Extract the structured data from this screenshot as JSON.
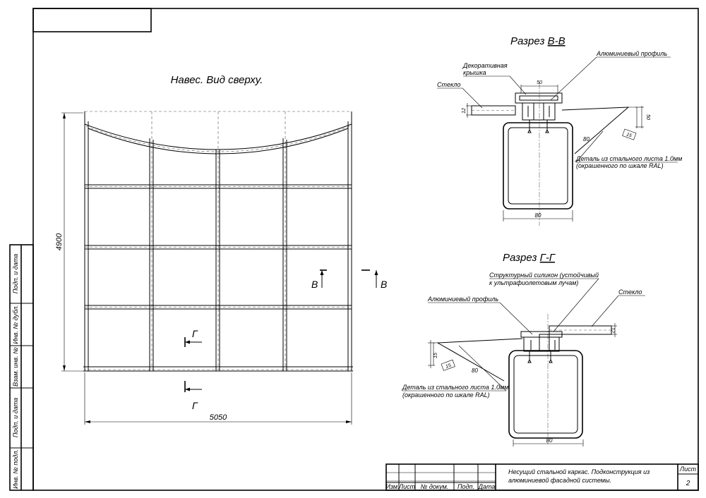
{
  "plan": {
    "title": "Навес. Вид сверху.",
    "dim_height": "4900",
    "dim_width": "5050",
    "cut_b_left": "В",
    "cut_b_right": "В",
    "cut_g_top": "Г",
    "cut_g_bottom": "Г"
  },
  "section_b": {
    "title_prefix": "Разрез ",
    "title_letter": "В-В",
    "label_profile": "Алюминиевый профиль",
    "label_cap_1": "Декоративная",
    "label_cap_2": "крышка",
    "label_glass": "Стекло",
    "label_sheet_1": "Деталь из стального листа 1.0мм",
    "label_sheet_2": "(окрашенного по шкале RAL)",
    "dim_50_top": "50",
    "dim_12": "12",
    "dim_80_slope": "80",
    "dim_15": "15",
    "dim_50_side": "50",
    "dim_80_bottom": "80"
  },
  "section_g": {
    "title_prefix": "Разрез ",
    "title_letter": "Г-Г",
    "label_silicone_1": "Структурный силикон (устойчивый",
    "label_silicone_2": "к ультрафиолетовым лучам)",
    "label_glass": "Стекло",
    "label_profile": "Алюминиевый профиль",
    "label_sheet_1": "Деталь из стального листа 1.0мм",
    "label_sheet_2": "(окрашенного по шкале RAL)",
    "dim_12": "12",
    "dim_15_side": "15",
    "dim_15_tag": "15",
    "dim_80_slope": "80",
    "dim_80_bottom": "80"
  },
  "side_stamp": {
    "cells": [
      "Инв. № подл.",
      "Подп. и дата",
      "Взам. инв. №",
      "Инв. № дубл.",
      "Подп. и дата"
    ]
  },
  "title_block": {
    "headers": [
      "Изм.",
      "Лист",
      "№ докум.",
      "Подп.",
      "Дата"
    ],
    "description_1": "Несущий стальной каркас. Подконструкция из",
    "description_2": "алюминиевой фасадной системы.",
    "sheet_label": "Лист",
    "sheet_number": "2"
  }
}
